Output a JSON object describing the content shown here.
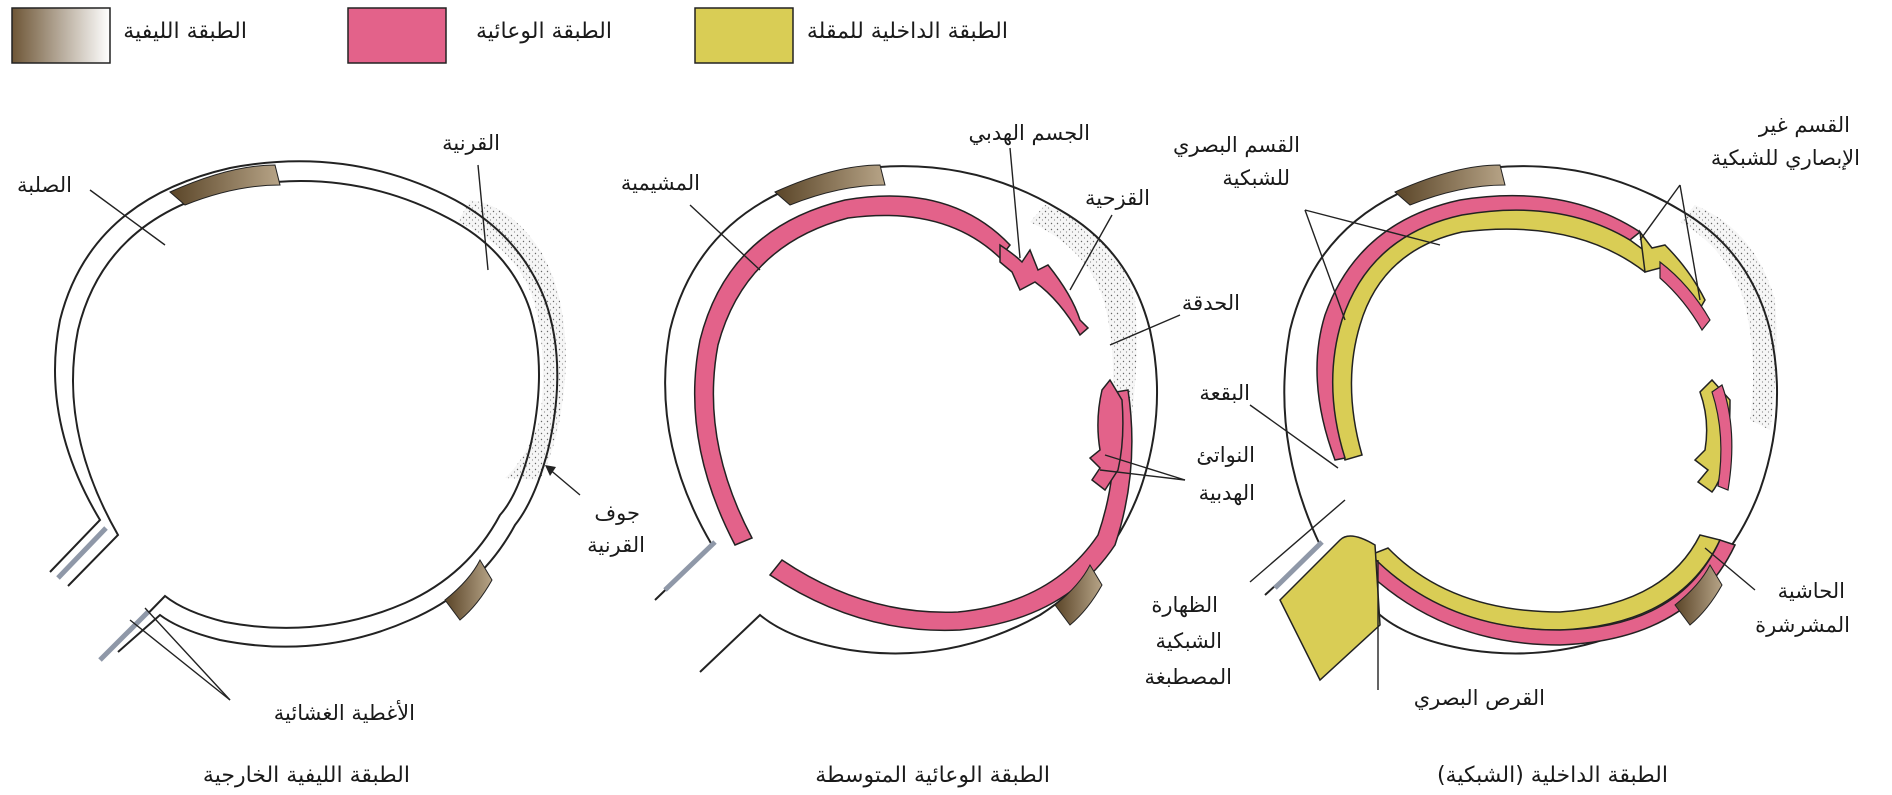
{
  "legend": [
    {
      "label": "الطبقة الليفية",
      "swatch": "gradient",
      "color_from": "#6e5636",
      "color_to": "#ffffff"
    },
    {
      "label": "الطبقة الوعائية",
      "color": "#e3628a"
    },
    {
      "label": "الطبقة الداخلية للمقلة",
      "color": "#d9cd55"
    }
  ],
  "colors": {
    "fibrous": "#6e5636",
    "vascular": "#e3628a",
    "inner": "#d9cd55",
    "optic_stub": "#8f98a8",
    "outline": "#222222"
  },
  "panel1": {
    "caption": "الطبقة الليفية الخارجية",
    "labels": {
      "sclera": "الصلبة",
      "cornea": "القرنية",
      "cornea_cavity_line1": "جوف",
      "cornea_cavity_line2": "القرنية",
      "meningeal_sheaths": "الأغطية الغشائية"
    }
  },
  "panel2": {
    "caption": "الطبقة الوعائية المتوسطة",
    "labels": {
      "choroid": "المشيمية",
      "ciliary_body": "الجسم الهدبي",
      "iris": "القزحية",
      "pupil": "الحدقة",
      "ciliary_processes_line1": "النواتئ",
      "ciliary_processes_line2": "الهدبية"
    }
  },
  "panel3": {
    "caption": "الطبقة الداخلية (الشبكية)",
    "labels": {
      "optic_retina_line1": "القسم البصري",
      "optic_retina_line2": "للشبكية",
      "non_optic_line1": "القسم غير",
      "non_optic_line2": "الإبصاري للشبكية",
      "macula": "البقعة",
      "pigmented_line1": "الظهارة",
      "pigmented_line2": "الشبكية",
      "pigmented_line3": "المصطبغة",
      "optic_disc": "القرص البصري",
      "ora_line1": "الحاشية",
      "ora_line2": "المشرشرة"
    }
  }
}
